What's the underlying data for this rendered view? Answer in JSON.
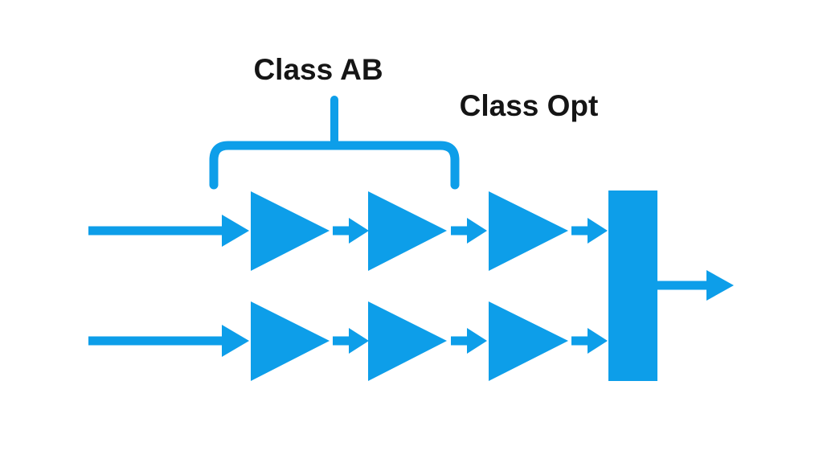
{
  "theme": {
    "accent": "#0D9EE9",
    "ink": "#151515",
    "background": "#ffffff"
  },
  "diagram": {
    "annotations": {
      "class_ab": "Class AB",
      "class_opt": "Class Opt"
    },
    "structure": {
      "rows": 2,
      "stages_per_row": 3,
      "stage_classes": [
        "Class AB",
        "Class AB",
        "Class Opt"
      ],
      "brace_spans_stages": [
        1,
        2
      ],
      "class_opt_stage": 3,
      "combiner": "power-combiner-block",
      "outputs": 1,
      "description": "Two parallel three-stage amplifier chains (stages 1-2 Class AB, stage 3 Class Opt) feeding a power combiner with a single output arrow"
    }
  }
}
